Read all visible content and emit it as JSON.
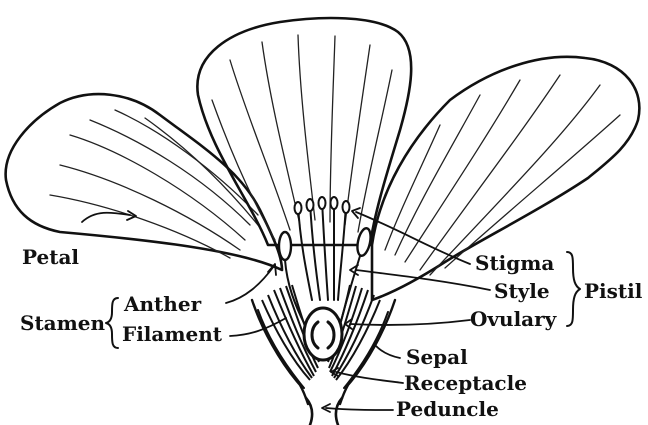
{
  "diagram": {
    "labels": {
      "petal": "Petal",
      "stamen": "Stamen",
      "anther": "Anther",
      "filament": "Filament",
      "stigma": "Stigma",
      "style": "Style",
      "ovulary": "Ovulary",
      "pistil": "Pistil",
      "sepal": "Sepal",
      "receptacle": "Receptacle",
      "peduncle": "Peduncle"
    },
    "colors": {
      "ink": "#111111",
      "paper": "#ffffff"
    }
  }
}
